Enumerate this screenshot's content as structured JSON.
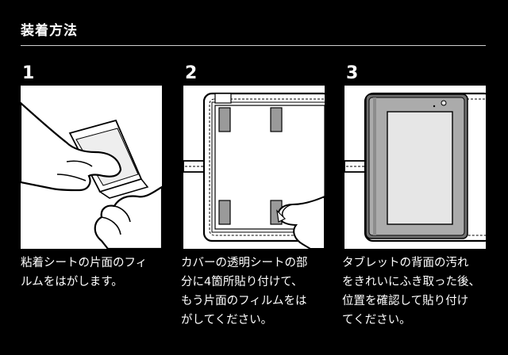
{
  "header": {
    "title": "装着方法"
  },
  "steps": [
    {
      "number": "1",
      "text": "粘着シートの片面のフィ\nルムをはがします。"
    },
    {
      "number": "2",
      "text": "カバーの透明シートの部\n分に4箇所貼り付けて、\nもう片面のフィルムをは\nがしてください。"
    },
    {
      "number": "3",
      "text": "タブレットの背面の汚れ\nをきれいにふき取った後、\n位置を確認して貼り付け\nてください。"
    }
  ]
}
